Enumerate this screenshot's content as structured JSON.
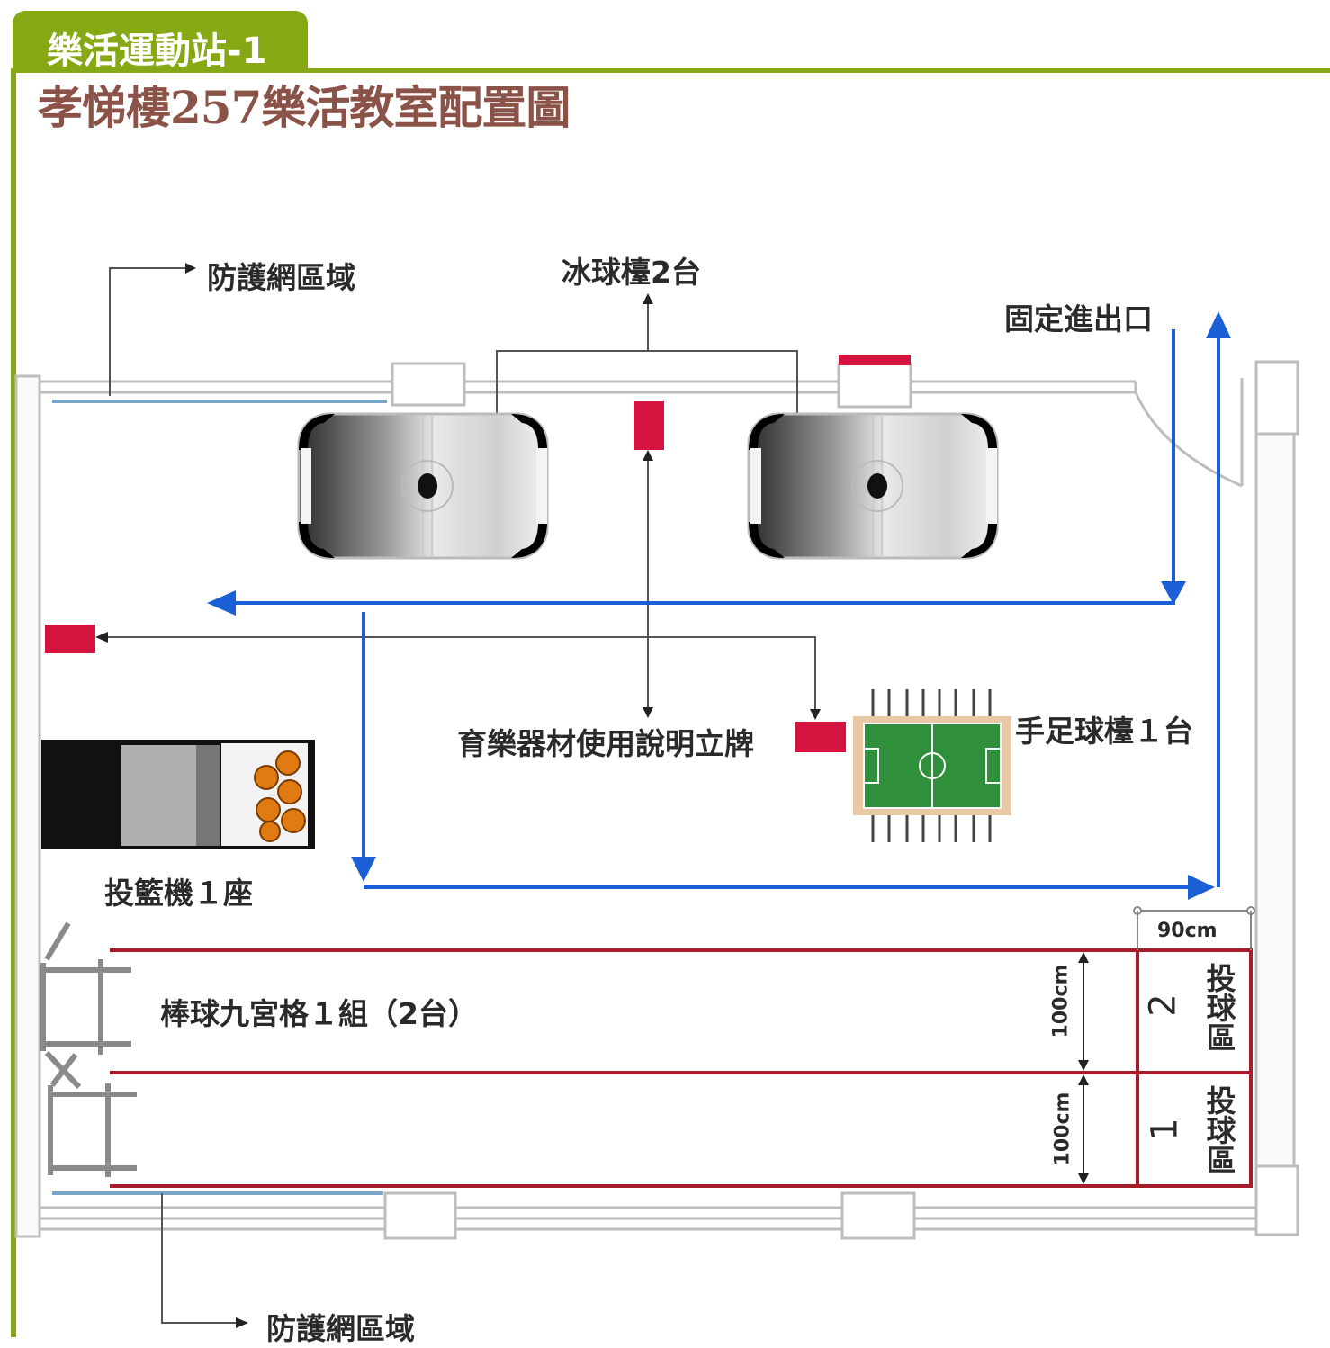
{
  "header": {
    "tab_label": "樂活運動站-1",
    "title": "孝悌樓257樂活教室配置圖"
  },
  "labels": {
    "net_top": "防護網區域",
    "net_bottom": "防護網區域",
    "air_hockey": "冰球檯2台",
    "entrance": "固定進出口",
    "sign": "育樂器材使用說明立牌",
    "foosball": "手足球檯１台",
    "basketball": "投籃機１座",
    "baseball": "棒球九宮格１組（2台）",
    "width_90": "90cm",
    "lane_2_height": "100cm",
    "lane_1_height": "100cm",
    "zone_2_number": "2",
    "zone_2_label": "投球區",
    "zone_1_number": "1",
    "zone_1_label": "投球區"
  },
  "colors": {
    "accent_green": "#86a814",
    "title_brown": "#8b5348",
    "route_blue": "#1a5fd6",
    "sign_red": "#d4143f",
    "lane_red": "#a51d2a"
  }
}
